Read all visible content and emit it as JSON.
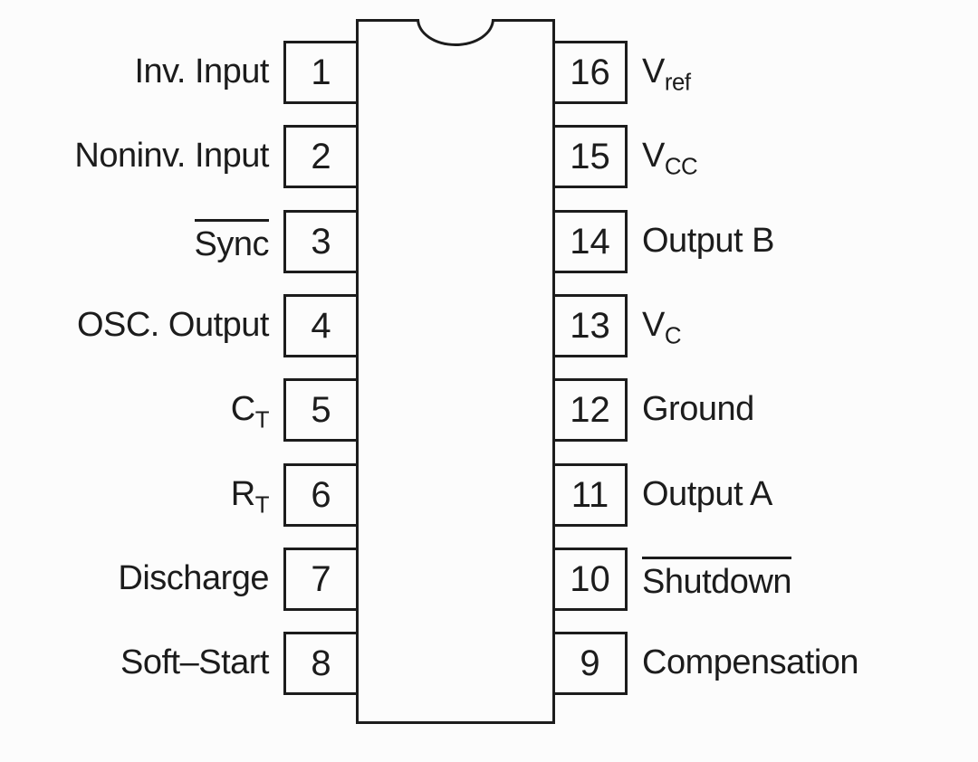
{
  "colors": {
    "line": "#1c1c1c",
    "background": "#fcfcfc"
  },
  "package": {
    "left_pins": [
      {
        "number": "1",
        "label": "Inv. Input"
      },
      {
        "number": "2",
        "label": "Noninv. Input"
      },
      {
        "number": "3",
        "label": "Sync",
        "overline": true
      },
      {
        "number": "4",
        "label": "OSC. Output"
      },
      {
        "number": "5",
        "label": "C",
        "sub": "T"
      },
      {
        "number": "6",
        "label": "R",
        "sub": "T"
      },
      {
        "number": "7",
        "label": "Discharge"
      },
      {
        "number": "8",
        "label": "Soft–Start"
      }
    ],
    "right_pins": [
      {
        "number": "16",
        "label": "V",
        "sub": "ref"
      },
      {
        "number": "15",
        "label": "V",
        "sub": "CC"
      },
      {
        "number": "14",
        "label": "Output B"
      },
      {
        "number": "13",
        "label": "V",
        "sub": "C"
      },
      {
        "number": "12",
        "label": "Ground"
      },
      {
        "number": "11",
        "label": "Output A"
      },
      {
        "number": "10",
        "label": "Shutdown",
        "overline": true
      },
      {
        "number": "9",
        "label": "Compensation"
      }
    ]
  }
}
